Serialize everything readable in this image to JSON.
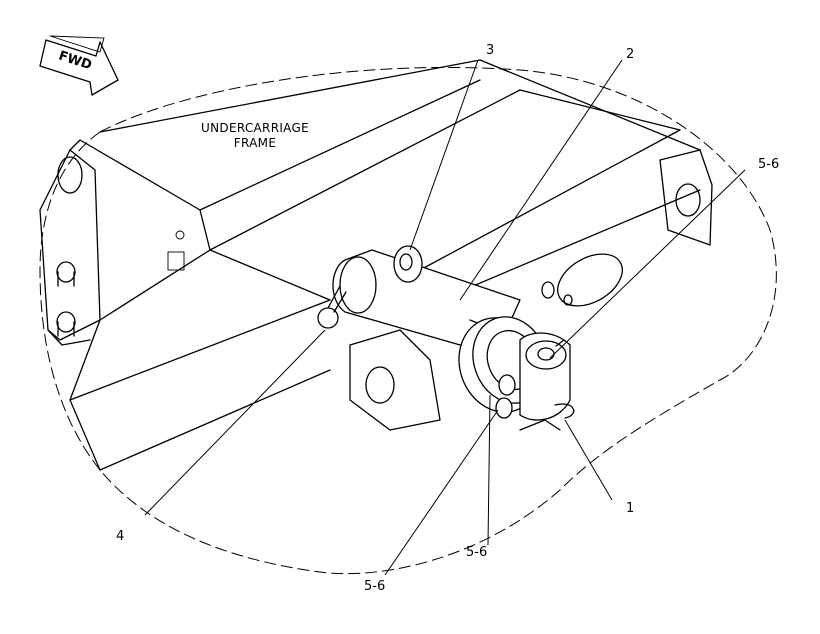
{
  "fwd_label": "FWD",
  "frame_label": {
    "line1": "UNDERCARRIAGE",
    "line2": "FRAME"
  },
  "callouts": {
    "c1": "1",
    "c2": "2",
    "c3": "3",
    "c4": "4",
    "c5a": "5-6",
    "c5b": "5-6",
    "c5c": "5-6"
  }
}
